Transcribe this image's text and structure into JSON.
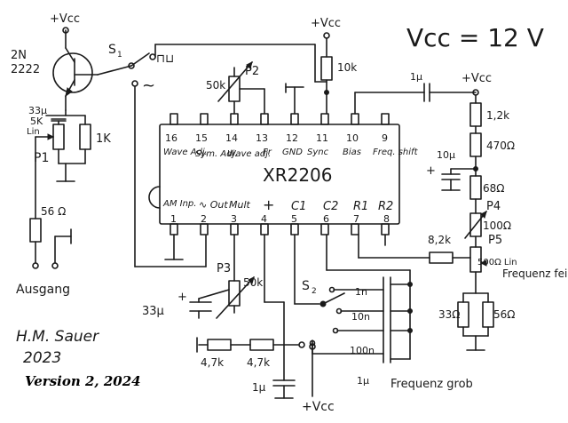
{
  "title_formula": "Vcc = 12 V",
  "vcc": "+Vcc",
  "transistor": {
    "type": "2N",
    "num": "2222"
  },
  "switch_s1": {
    "label": "S",
    "sub": "1",
    "square": "⊓⊔",
    "sine": "~"
  },
  "switch_s2": {
    "label": "S",
    "sub": "2"
  },
  "ic": {
    "name": "XR2206",
    "top_pins": [
      "16",
      "15",
      "14",
      "13",
      "12",
      "11",
      "10",
      "9"
    ],
    "top_funcs": [
      "Wave Adj.",
      "Sym. Adj.",
      "Wave adj.",
      "Fr",
      "GND",
      "Sync",
      "Bias",
      "Freq. shift"
    ],
    "bottom_pins": [
      "1",
      "2",
      "3",
      "4",
      "5",
      "6",
      "7",
      "8"
    ],
    "bottom_funcs": [
      "AM Inp.",
      "∿ Out",
      "Mult",
      "+",
      "C1",
      "C2",
      "R1",
      "R2"
    ]
  },
  "components": {
    "r10k": "10k",
    "p2": "P2",
    "p2_val": "50k",
    "c1u_top": "1µ",
    "c33u_left": "33µ",
    "p1_val": "5K",
    "p1_lin": "Lin",
    "r1k": "1K",
    "p1": "P1",
    "r56": "56 Ω",
    "out_label": "Ausgang",
    "p3": "P3",
    "p3_val": "50k",
    "c33u_bot": "33µ",
    "r47a": "4,7k",
    "r47b": "4,7k",
    "c1u_bot": "1µ",
    "c_range": [
      "1n",
      "10n",
      "100n",
      "1µ"
    ],
    "freq_grob": "Frequenz grob",
    "r1k2": "1,2k",
    "r470": "470Ω",
    "c10u": "10µ",
    "r68": "68Ω",
    "p4": "P4",
    "p4_val": "100Ω",
    "r82k": "8,2k",
    "p5": "P5",
    "p5_val": "500Ω Lin",
    "freq_fein": "Frequenz fein",
    "r33": "33Ω",
    "r56b": "56Ω"
  },
  "author": "H.M. Sauer",
  "year": "2023",
  "version": "Version 2, 2024"
}
